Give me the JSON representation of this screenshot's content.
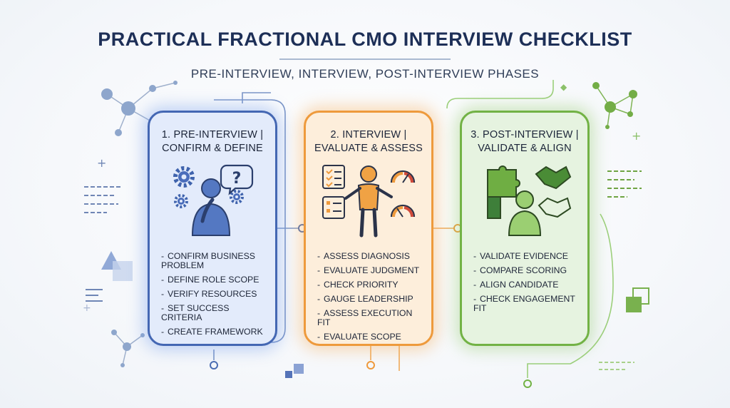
{
  "title": "PRACTICAL FRACTIONAL CMO INTERVIEW CHECKLIST",
  "subtitle": "PRE-INTERVIEW, INTERVIEW, POST-INTERVIEW PHASES",
  "colors": {
    "pre": "#4467b3",
    "interview": "#ee9a3c",
    "post": "#72b245",
    "title": "#1d2f57"
  },
  "phases": [
    {
      "title_line1": "1. PRE-INTERVIEW |",
      "title_line2": "CONFIRM & DEFINE",
      "icons": [
        "gear-icon",
        "question-bubble-icon",
        "thinking-person-icon"
      ],
      "items": [
        "CONFIRM BUSINESS PROBLEM",
        "DEFINE ROLE SCOPE",
        "VERIFY RESOURCES",
        "SET SUCCESS CRITERIA",
        "CREATE FRAMEWORK"
      ]
    },
    {
      "title_line1": "2. INTERVIEW |",
      "title_line2": "EVALUATE & ASSESS",
      "icons": [
        "checklist-icon",
        "gauge-icon",
        "presenting-person-icon"
      ],
      "items": [
        "ASSESS DIAGNOSIS",
        "EVALUATE JUDGMENT",
        "CHECK PRIORITY",
        "GAUGE LEADERSHIP",
        "ASSESS EXECUTION FIT",
        "EVALUATE SCOPE"
      ]
    },
    {
      "title_line1": "3. POST-INTERVIEW |",
      "title_line2": "VALIDATE & ALIGN",
      "icons": [
        "puzzle-icon",
        "handshake-icon",
        "person-icon"
      ],
      "items": [
        "VALIDATE EVIDENCE",
        "COMPARE SCORING",
        "ALIGN CANDIDATE",
        "CHECK ENGAGEMENT FIT"
      ]
    }
  ]
}
